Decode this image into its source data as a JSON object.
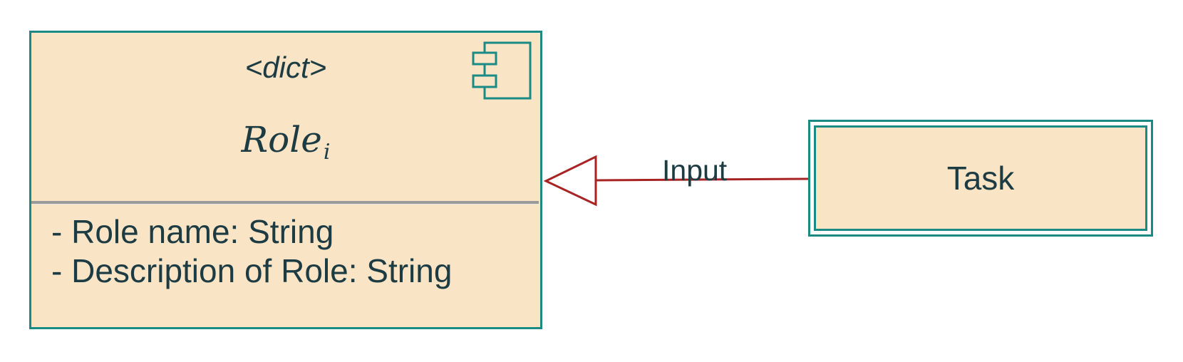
{
  "colors": {
    "fill": "#f9e4c5",
    "stroke": "#1a8a84",
    "arrow": "#a82424",
    "text": "#1d3b43"
  },
  "component": {
    "stereotype": "<dict>",
    "title_main": "Role",
    "title_sub": "i",
    "icon": "component-icon",
    "attributes": [
      "- Role name: String",
      "- Description of Role: String"
    ]
  },
  "edge": {
    "label": "Input",
    "style": "generalization-hollow-triangle"
  },
  "task": {
    "label": "Task"
  }
}
